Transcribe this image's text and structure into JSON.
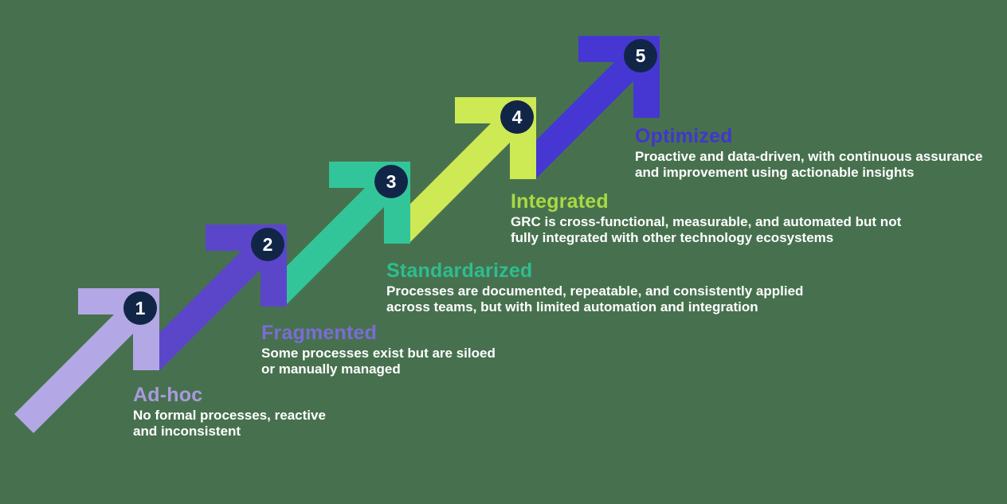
{
  "diagram": {
    "background_color": "#47714e",
    "badge_color": "#112647",
    "badge_number_color": "#ffffff",
    "description_color": "#ffffff"
  },
  "levels": [
    {
      "number": "1",
      "name": "Ad-hoc",
      "arrow_color": "#b4a7e5",
      "heading_color": "#a89ade",
      "description": [
        "No formal processes, reactive",
        "and inconsistent"
      ]
    },
    {
      "number": "2",
      "name": "Fragmented",
      "arrow_color": "#5b46ca",
      "heading_color": "#7a6cd6",
      "description": [
        "Some processes exist but are siloed",
        "or manually managed"
      ]
    },
    {
      "number": "3",
      "name": "Standardarized",
      "arrow_color": "#33c59a",
      "heading_color": "#2ebd8f",
      "description": [
        "Processes are documented, repeatable, and consistently applied",
        "across teams, but with limited automation and integration"
      ]
    },
    {
      "number": "4",
      "name": "Integrated",
      "arrow_color": "#cdea55",
      "heading_color": "#a9d943",
      "description": [
        "GRC is cross-functional, measurable, and automated but not",
        "fully integrated with other technology ecosystems"
      ]
    },
    {
      "number": "5",
      "name": "Optimized",
      "arrow_color": "#4637d3",
      "heading_color": "#4335ce",
      "description": [
        "Proactive and data-driven, with continuous assurance",
        "and improvement using actionable insights"
      ]
    }
  ]
}
